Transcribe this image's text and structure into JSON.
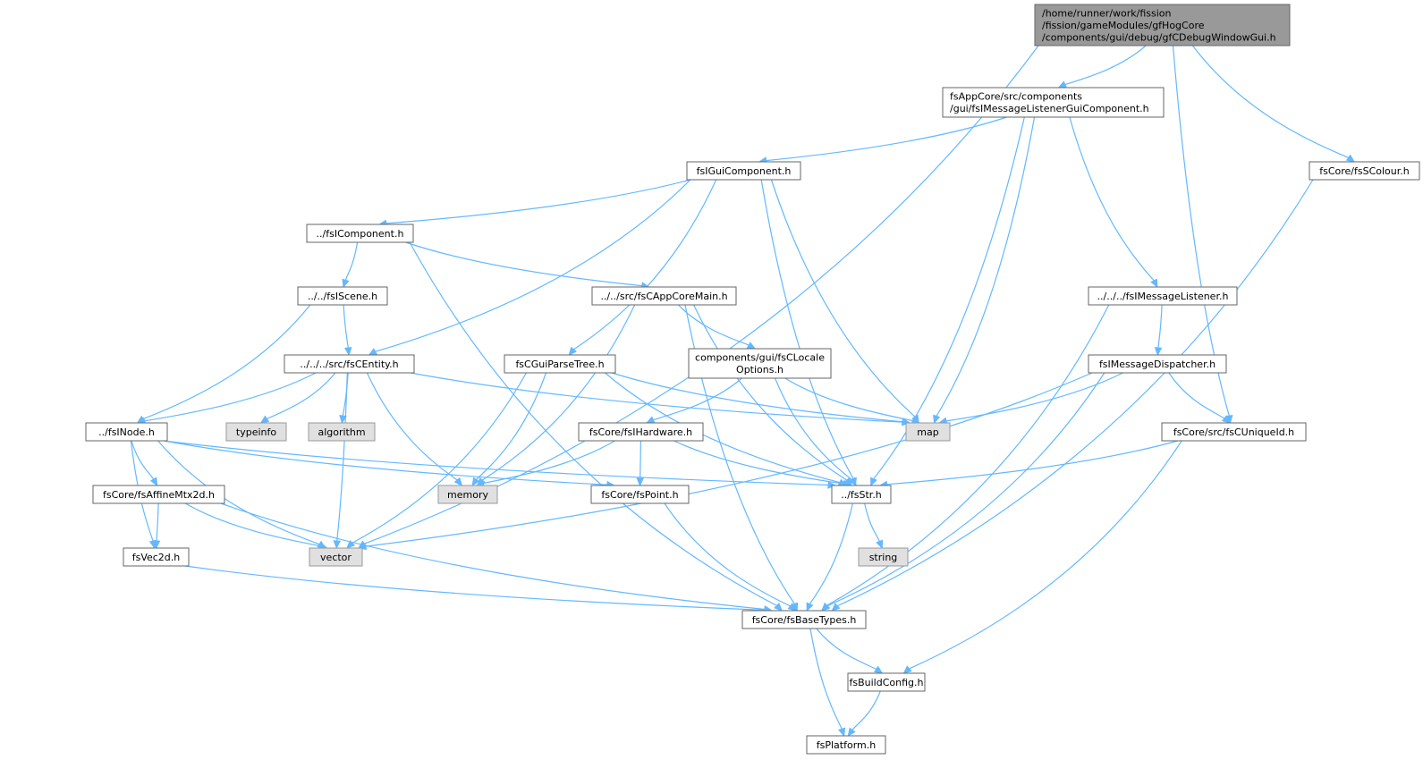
{
  "diagram": {
    "type": "include-dependency-graph",
    "colors": {
      "edge": "#63b8ff",
      "root_fill": "#999999",
      "system_fill": "#e0e0e0",
      "node_fill": "#ffffff",
      "border": "#666666"
    },
    "nodes": {
      "root": [
        "/home/runner/work/fission",
        "/fission/gameModules/gfHogCore",
        "/components/gui/debug/gfCDebugWindowGui.h"
      ],
      "listener_gui": [
        "fsAppCore/src/components",
        "/gui/fsIMessageListenerGuiComponent.h"
      ],
      "gui_component": [
        "fsIGuiComponent.h"
      ],
      "scolour": [
        "fsCore/fsSColour.h"
      ],
      "icomponent": [
        "../fsIComponent.h"
      ],
      "iscene": [
        "../../fsIScene.h"
      ],
      "appcoremain": [
        "../../src/fsCAppCoreMain.h"
      ],
      "imessagelistener": [
        "../../../fsIMessageListener.h"
      ],
      "centity": [
        "../../../src/fsCEntity.h"
      ],
      "guiparsetree": [
        "fsCGuiParseTree.h"
      ],
      "localeoptions": [
        "components/gui/fsCLocale",
        "Options.h"
      ],
      "messagedispatcher": [
        "fsIMessageDispatcher.h"
      ],
      "inode": [
        "../fsINode.h"
      ],
      "typeinfo": [
        "typeinfo"
      ],
      "algorithm": [
        "algorithm"
      ],
      "ihardware": [
        "fsCore/fsIHardware.h"
      ],
      "map": [
        "map"
      ],
      "cuniqueid": [
        "fsCore/src/fsCUniqueId.h"
      ],
      "affinemtx": [
        "fsCore/fsAffineMtx2d.h"
      ],
      "memory": [
        "memory"
      ],
      "point": [
        "fsCore/fsPoint.h"
      ],
      "str": [
        "../fsStr.h"
      ],
      "vec2d": [
        "fsVec2d.h"
      ],
      "vector": [
        "vector"
      ],
      "string": [
        "string"
      ],
      "basetypes": [
        "fsCore/fsBaseTypes.h"
      ],
      "buildconfig": [
        "fsBuildConfig.h"
      ],
      "platform": [
        "fsPlatform.h"
      ]
    },
    "system_headers": [
      "typeinfo",
      "algorithm",
      "map",
      "memory",
      "vector",
      "string"
    ],
    "edges": [
      [
        "root",
        "vector"
      ],
      [
        "root",
        "listener_gui"
      ],
      [
        "root",
        "cuniqueid"
      ],
      [
        "root",
        "scolour"
      ],
      [
        "listener_gui",
        "gui_component"
      ],
      [
        "listener_gui",
        "map"
      ],
      [
        "listener_gui",
        "str"
      ],
      [
        "listener_gui",
        "imessagelistener"
      ],
      [
        "gui_component",
        "icomponent"
      ],
      [
        "gui_component",
        "centity"
      ],
      [
        "gui_component",
        "guiparsetree"
      ],
      [
        "gui_component",
        "map"
      ],
      [
        "gui_component",
        "str"
      ],
      [
        "scolour",
        "basetypes"
      ],
      [
        "icomponent",
        "iscene"
      ],
      [
        "icomponent",
        "appcoremain"
      ],
      [
        "icomponent",
        "basetypes"
      ],
      [
        "iscene",
        "centity"
      ],
      [
        "iscene",
        "inode"
      ],
      [
        "appcoremain",
        "memory"
      ],
      [
        "appcoremain",
        "localeoptions"
      ],
      [
        "appcoremain",
        "str"
      ],
      [
        "appcoremain",
        "basetypes"
      ],
      [
        "imessagelistener",
        "messagedispatcher"
      ],
      [
        "imessagelistener",
        "basetypes"
      ],
      [
        "centity",
        "inode"
      ],
      [
        "centity",
        "typeinfo"
      ],
      [
        "centity",
        "algorithm"
      ],
      [
        "centity",
        "memory"
      ],
      [
        "centity",
        "map"
      ],
      [
        "centity",
        "vector"
      ],
      [
        "guiparsetree",
        "memory"
      ],
      [
        "guiparsetree",
        "map"
      ],
      [
        "guiparsetree",
        "str"
      ],
      [
        "guiparsetree",
        "vector"
      ],
      [
        "localeoptions",
        "ihardware"
      ],
      [
        "localeoptions",
        "map"
      ],
      [
        "localeoptions",
        "str"
      ],
      [
        "messagedispatcher",
        "map"
      ],
      [
        "messagedispatcher",
        "cuniqueid"
      ],
      [
        "messagedispatcher",
        "vector"
      ],
      [
        "messagedispatcher",
        "basetypes"
      ],
      [
        "inode",
        "affinemtx"
      ],
      [
        "inode",
        "vec2d"
      ],
      [
        "inode",
        "vector"
      ],
      [
        "inode",
        "point"
      ],
      [
        "inode",
        "str"
      ],
      [
        "ihardware",
        "memory"
      ],
      [
        "ihardware",
        "point"
      ],
      [
        "ihardware",
        "str"
      ],
      [
        "cuniqueid",
        "str"
      ],
      [
        "cuniqueid",
        "buildconfig"
      ],
      [
        "affinemtx",
        "vec2d"
      ],
      [
        "affinemtx",
        "vector"
      ],
      [
        "affinemtx",
        "basetypes"
      ],
      [
        "point",
        "basetypes"
      ],
      [
        "str",
        "string"
      ],
      [
        "str",
        "basetypes"
      ],
      [
        "vec2d",
        "basetypes"
      ],
      [
        "basetypes",
        "buildconfig"
      ],
      [
        "basetypes",
        "platform"
      ],
      [
        "buildconfig",
        "platform"
      ]
    ]
  }
}
